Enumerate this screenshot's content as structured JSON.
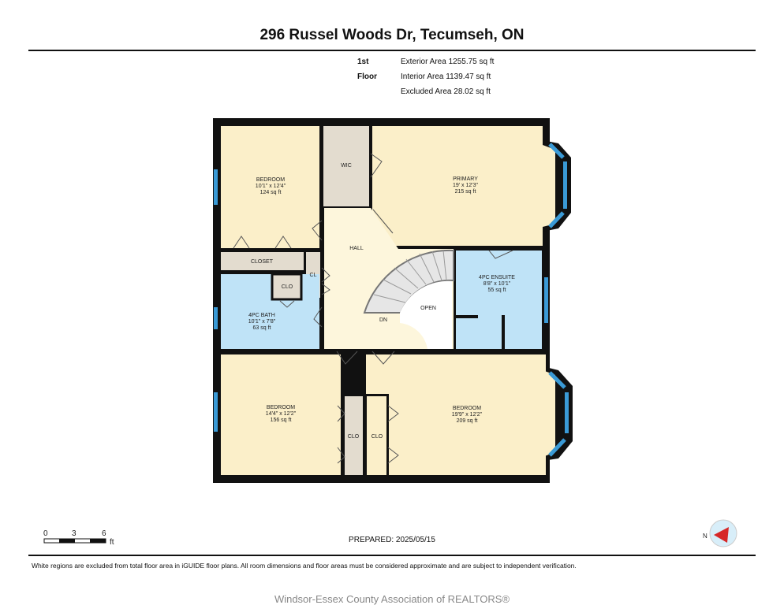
{
  "title": "296 Russel Woods Dr, Tecumseh, ON",
  "floor": {
    "label": "1st Floor",
    "exterior_area": "Exterior Area 1255.75 sq ft",
    "interior_area": "Interior Area 1139.47 sq ft",
    "excluded_area": "Excluded Area 28.02 sq ft"
  },
  "rooms": {
    "bedroom1": {
      "name": "BEDROOM",
      "dims": "10'1\" x 12'4\"",
      "area": "124 sq ft"
    },
    "wic": {
      "name": "WIC"
    },
    "primary": {
      "name": "PRIMARY",
      "dims": "19' x 12'3\"",
      "area": "215 sq ft"
    },
    "hall": {
      "name": "HALL"
    },
    "closet": {
      "name": "CLOSET"
    },
    "cl": {
      "name": "CL"
    },
    "clo1": {
      "name": "CLO"
    },
    "bath": {
      "name": "4PC BATH",
      "dims": "10'1\" x 7'8\"",
      "area": "63 sq ft"
    },
    "dn": {
      "name": "DN"
    },
    "open": {
      "name": "OPEN"
    },
    "ensuite": {
      "name": "4PC ENSUITE",
      "dims": "8'8\" x 10'1\"",
      "area": "55 sq ft"
    },
    "bedroom2": {
      "name": "BEDROOM",
      "dims": "14'4\" x 12'2\"",
      "area": "156 sq ft"
    },
    "clo2": {
      "name": "CLO"
    },
    "clo3": {
      "name": "CLO"
    },
    "bedroom3": {
      "name": "BEDROOM",
      "dims": "19'9\" x 12'2\"",
      "area": "209 sq ft"
    }
  },
  "scale": {
    "t0": "0",
    "t3": "3",
    "t6": "6",
    "unit": "ft"
  },
  "compass": {
    "label": "N"
  },
  "prepared": "PREPARED: 2025/05/15",
  "disclaimer": "White regions are excluded from total floor area in iGUIDE floor plans. All room dimensions and floor areas must be considered approximate and are subject to independent verification.",
  "footer": "Windsor-Essex County Association of REALTORS®",
  "colors": {
    "bedroom": "#fbefc9",
    "bath": "#bfe3f7",
    "closet": "#e3dccf",
    "hall": "#fdf6dc",
    "wall": "#111111",
    "window": "#3a9ad6"
  }
}
